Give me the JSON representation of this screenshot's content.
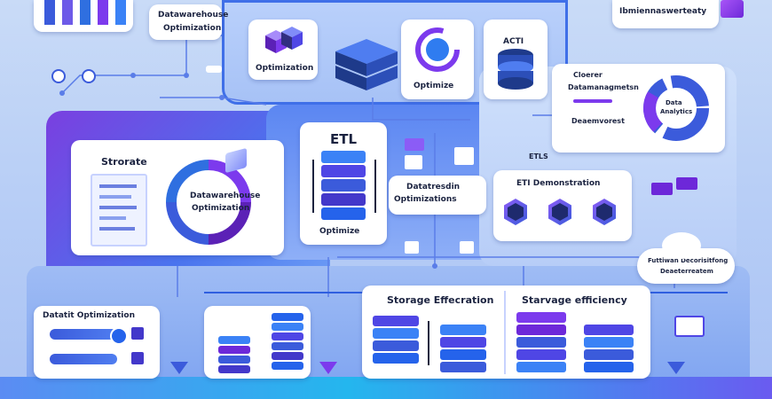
{
  "labels": {
    "top_data": "Datawarehouse",
    "top_data_sub": "Optimization",
    "top_right": "Ibmiennaswerteaty",
    "optimization_card": "Optimization",
    "optimize_top": "Optimize",
    "acti": "ACTI",
    "etl": "ETL",
    "optimize_mid": "Optimize",
    "storage_card": "Strorate",
    "datawarehouse": "Datawarehouse",
    "optimization_mid": "Optimization",
    "dataprocess": "Datatresdin",
    "dataprocess_sub": "Optimizations",
    "etl_dash": "ETI Demonstration",
    "right_card_1": "Cloerer",
    "right_card_2": "Datamanagmetsn",
    "right_card_3": "Deaemvorest",
    "ring_label_1": "Data",
    "ring_label_2": "Analytics",
    "etls_tag": "ETLS",
    "cloud_text_1": "Futtiwan Decorisitfong",
    "cloud_text_2": "Deaeterreatem",
    "data_opt": "Datatit Optimization",
    "storage_eff_1": "Storage Effecration",
    "storage_eff_2": "Starvage efficiency"
  },
  "colors": {
    "accent_blue": "#3b5bdb",
    "accent_purple": "#7c3aed",
    "accent_cyan": "#22b8f0",
    "panel_blue": "#4f7df0"
  }
}
